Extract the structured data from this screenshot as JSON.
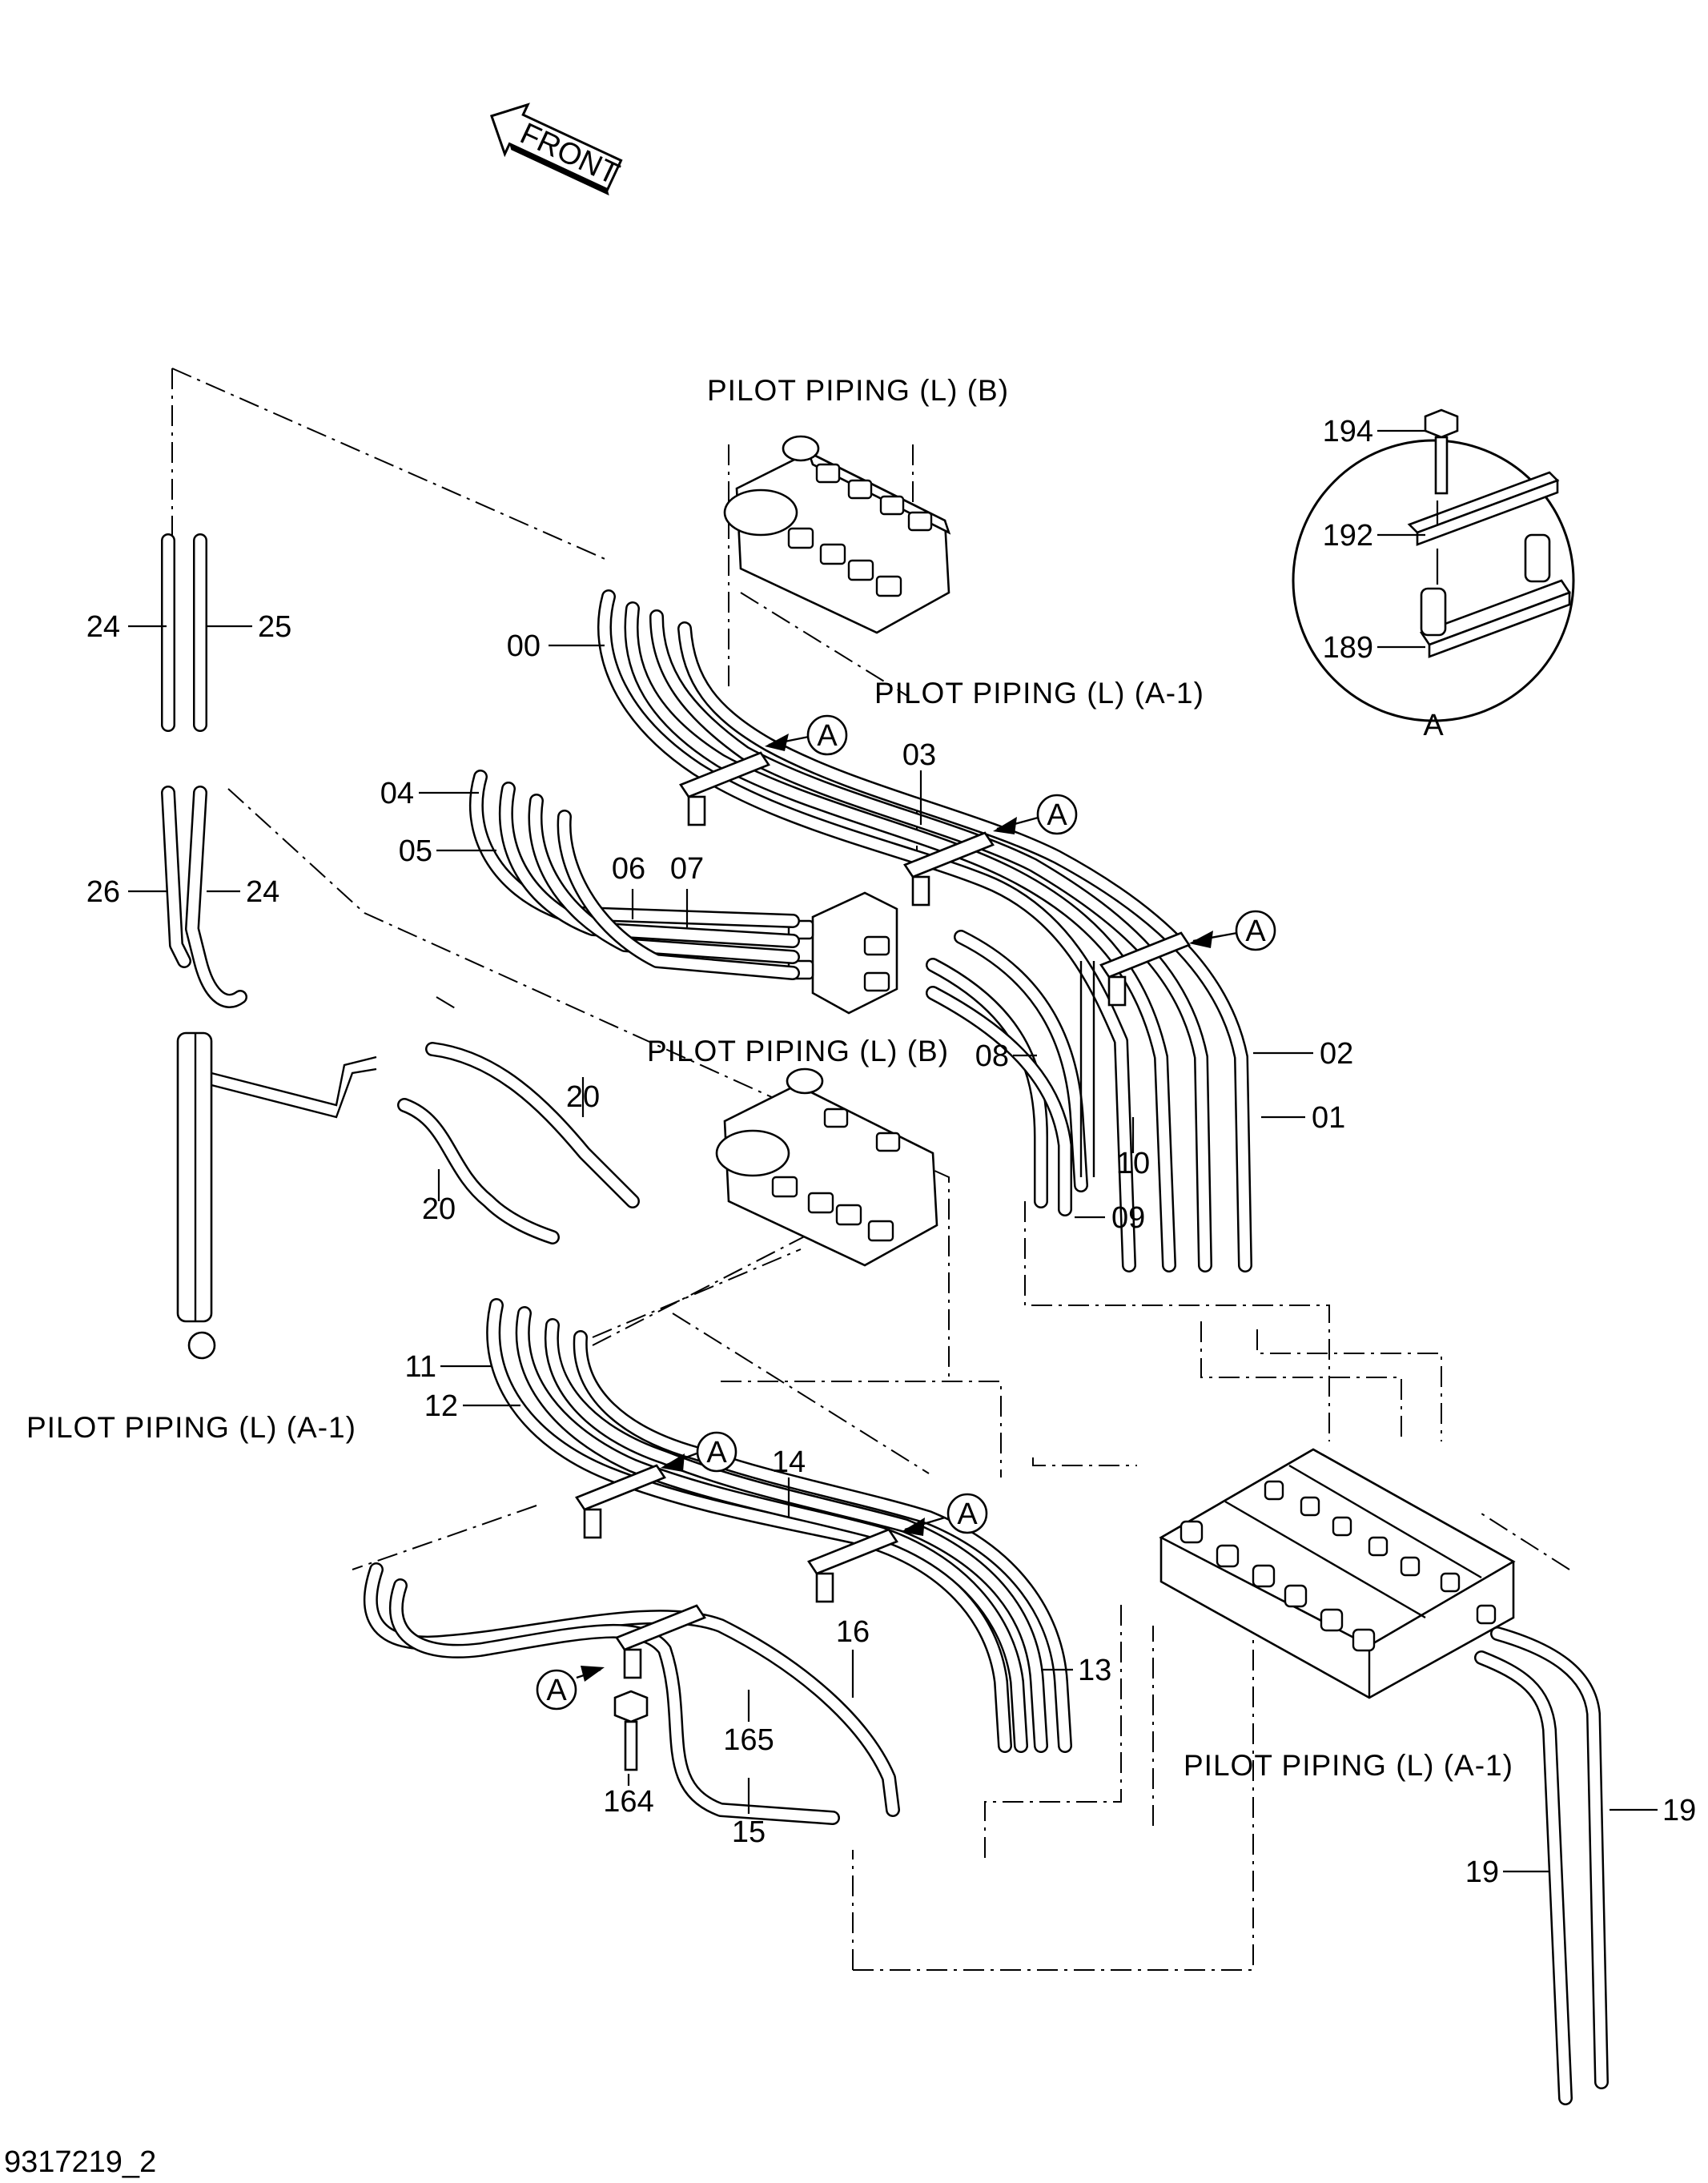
{
  "figure_id": "9317219_2",
  "front_marker": "FRONT",
  "section_titles": {
    "top_valve": "PILOT PIPING (L) (B)",
    "mid_valve": "PILOT PIPING (L) (B)",
    "upper_block": "PILOT PIPING (L) (A-1)",
    "left_tee": "PILOT PIPING (L) (A-1)",
    "lower_block": "PILOT PIPING (L) (A-1)"
  },
  "detail_view": {
    "label": "A",
    "parts": [
      "194",
      "192",
      "189"
    ]
  },
  "clamp_marker": "A",
  "part_labels": [
    "00",
    "01",
    "02",
    "03",
    "04",
    "05",
    "06",
    "07",
    "08",
    "09",
    "10",
    "11",
    "12",
    "13",
    "14",
    "15",
    "16",
    "19",
    "19",
    "20",
    "20",
    "24",
    "24",
    "25",
    "26",
    "164",
    "165"
  ]
}
